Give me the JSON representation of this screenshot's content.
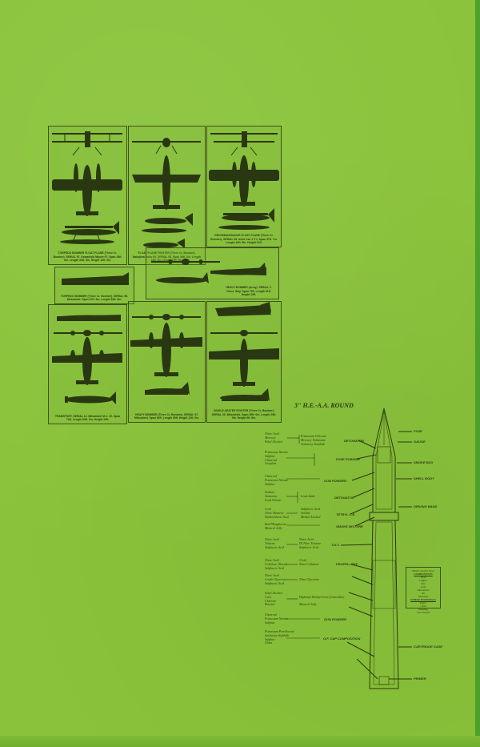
{
  "colors": {
    "background": "#8ac33a",
    "ink": "#2a3a12",
    "edge_stripe": "#4ea02a"
  },
  "recognition_chart": {
    "panels": [
      {
        "id": "p1",
        "caption": "TORPEDO BOMBER FLOAT PLANE (Three Cr. Bomber). SERIAL 97. Kawanishi Mauve 97. Span 45ft. 0in. Length 33ft. 5in. Height 12ft. 9in."
      },
      {
        "id": "p2",
        "caption": "FLOAT PLANE FIGHTER (Three Cr. Bomber). Nakajima Dodo 95. SERIAL 95. Span 36ft. 0in. Length 32ft. 0in. Height 11ft. 0in."
      },
      {
        "id": "p3",
        "caption": "RECONNAISSANCE FLOAT PLANE (Three Cr. Bomber). SERIAL 95. Aichi Cat. 2.T.1. Span 47ft. 7in. Length 34ft. 5in. Height 12ft."
      },
      {
        "id": "p4",
        "caption": "HEAVY BOMBER (Army). SERIAL 2. Heinz. Italy. Span 73ft. Length 61ft. Height 13ft."
      },
      {
        "id": "p5",
        "caption": "TORPEDO BOMBER (Three Cr. Bomber). SERIAL 96. Mitsubishi. Span 67ft. 9in. Length 54ft. 9in."
      },
      {
        "id": "p6",
        "caption": "TRANSPORT. SERIAL 12. Mitsubishi M.C. 20. Span 74ft. Length 53ft. 0in. Height 15ft."
      },
      {
        "id": "p7",
        "caption": "HEAVY BOMBER (Three Cr. Bomber). SERIAL 97. Mitsubishi. Span 82ft. Length 55ft. Height 12ft. 0in."
      },
      {
        "id": "p8",
        "caption": "SINGLE-SEATER FIGHTER (Three Cr. Bomber). SERIAL 00. Mitsubishi. Span 39ft. 0in. Length 29ft. 9in. Height 9ft. 6in."
      }
    ]
  },
  "shell_diagram": {
    "title": "3\" H.E.-A.A. ROUND",
    "material_groups": [
      {
        "materials": [
          "Nitric Acid",
          "Mercury",
          "Ethyl Alcohol"
        ],
        "compounds": [
          "Potassium Chlorate",
          "Mercury Fulminate",
          "Antimony Sulphide"
        ],
        "part": "DETONATOR"
      },
      {
        "materials": [
          "Potassium Nitrate",
          "Sulphur",
          "Charcoal",
          "Graphite"
        ],
        "compounds": [],
        "part": "FUSE POWDER"
      },
      {
        "materials": [
          "Charcoal",
          "Potassium Nitrate",
          "Sulphur"
        ],
        "compounds": [],
        "part": "GUN POWDER"
      },
      {
        "materials": [
          "Sodium",
          "Ammonia",
          "Lead Nitrate"
        ],
        "compounds": [
          "Lead Azide"
        ],
        "part": "DETONATOR"
      },
      {
        "materials": [
          "Coal",
          "Nitric Benzene",
          "Hydrochloric Acid"
        ],
        "compounds": [
          "Sulphuric Acid",
          "Aniline",
          "Methyl Alcohol"
        ],
        "part": "TETRYL C.E."
      },
      {
        "materials": [
          "Red Phosphorus",
          "Mineral Jelly"
        ],
        "compounds": [],
        "part": "SMOKE MIXTURE"
      },
      {
        "materials": [
          "Nitric Acid",
          "Toluene",
          "Sulphuric Acid"
        ],
        "compounds": [
          "Nitric Acid",
          "DI Nitro Toluene",
          "Sulphuric Acid"
        ],
        "part": "T.N.T."
      },
      {
        "materials": [
          "Nitric Acid",
          "Cellulose (Wood)",
          "Sulphuric Acid"
        ],
        "compounds": [
          "Cloth",
          "Nitro Cellulose"
        ],
        "part": "PROPELLENT"
      },
      {
        "materials": [
          "Nitric Acid",
          "Crude Glycerine",
          "Sulphuric Acid"
        ],
        "compounds": [
          "Nitro Glycerine"
        ],
        "part": ""
      },
      {
        "materials": [
          "Ethyl Alcohol",
          "Urea",
          "Chlorine",
          "Benzine"
        ],
        "compounds": [
          "Diphenyl Diethyl Urea (Centralite)",
          "Mineral Jelly"
        ],
        "part": ""
      },
      {
        "materials": [
          "Charcoal",
          "Potassium Nitrate",
          "Sulphur"
        ],
        "compounds": [],
        "part": "GUN POWDER"
      },
      {
        "materials": [
          "Potassium Perchlorate",
          "Antimony Sulphide",
          "Sulphur",
          "Glass"
        ],
        "compounds": [],
        "part": "O.F. CAP COMPOSITION"
      }
    ],
    "parts": [
      "FUSE",
      "GAUGE",
      "SMOKE BOX",
      "SHELL BODY",
      "DRIVING BAND",
      "CARTRIDGE CASE",
      "PRIMER"
    ],
    "legend": {
      "heading1": "Metals used in these",
      "heading2": "COMPONENTS",
      "metals": [
        "Steel",
        "Copper",
        "Zinc",
        "Lead",
        "Aluminium",
        "Tin",
        "Antimony"
      ],
      "heading3": "OTHER MATERIALS",
      "others": [
        "Paper",
        "Cloth",
        "Wadding",
        "Jute Thread"
      ]
    }
  }
}
